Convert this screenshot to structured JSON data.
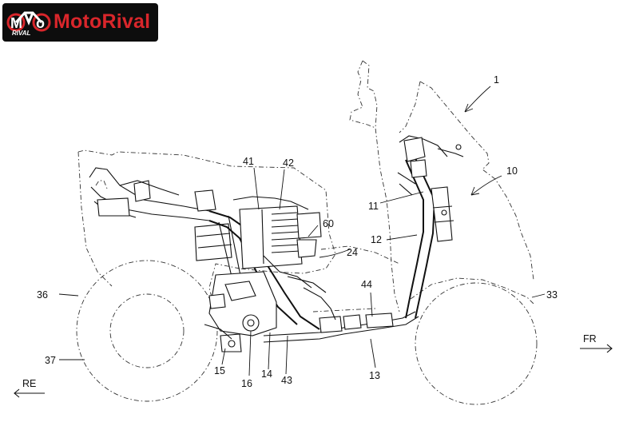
{
  "logo": {
    "brand": "MotoRival",
    "tag": "RIVAL",
    "brand_color": "#d9262b",
    "icon": "motorcycle-icon"
  },
  "callouts": [
    "1",
    "10",
    "11",
    "12",
    "13",
    "14",
    "15",
    "16",
    "24",
    "33",
    "36",
    "37",
    "41",
    "42",
    "43",
    "44",
    "60"
  ],
  "directions": {
    "rear": "RE",
    "front": "FR"
  }
}
